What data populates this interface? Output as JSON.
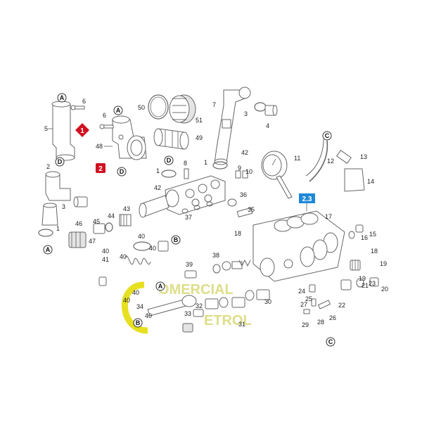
{
  "colors": {
    "badge_red": "#d01020",
    "badge_blue": "#1e88d8",
    "watermark_yellow": "#e6e020",
    "watermark_text": "#dede8a",
    "line": "#555555"
  },
  "badges": {
    "red1": "1",
    "red2": "2",
    "blue": "2.3"
  },
  "watermark": {
    "line1": "OMERCIAL",
    "line2": "ETROL"
  },
  "ref_letters": [
    {
      "id": "A",
      "text": "A"
    },
    {
      "id": "D",
      "text": "D"
    },
    {
      "id": "C",
      "text": "C"
    },
    {
      "id": "B",
      "text": "B"
    }
  ],
  "part_numbers": [
    "1",
    "2",
    "3",
    "4",
    "5",
    "6",
    "7",
    "8",
    "9",
    "10",
    "11",
    "12",
    "13",
    "14",
    "15",
    "16",
    "17",
    "18",
    "19",
    "20",
    "21",
    "22",
    "23",
    "24",
    "25",
    "26",
    "27",
    "28",
    "29",
    "30",
    "31",
    "32",
    "33",
    "34",
    "35",
    "36",
    "37",
    "38",
    "39",
    "40",
    "41",
    "42",
    "43",
    "44",
    "45",
    "46",
    "47",
    "48",
    "49",
    "50",
    "51"
  ]
}
